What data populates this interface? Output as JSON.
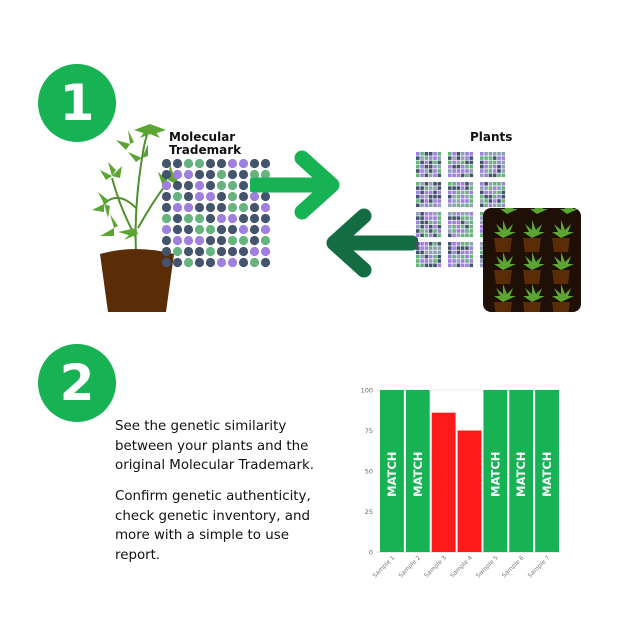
{
  "step1": {
    "number": "1",
    "trademark_label_line1": "Molecular",
    "trademark_label_line2": "Trademark",
    "plants_label": "Plants"
  },
  "step2": {
    "number": "2",
    "paragraph1": [
      "See the genetic similarity",
      "between your plants and the",
      "original Molecular Trademark."
    ],
    "paragraph2": [
      "Confirm genetic authenticity,",
      "check genetic inventory, and",
      "more with a simple to use",
      "report."
    ]
  },
  "colors": {
    "brand_green": "#16b254",
    "dark_green": "#146c43",
    "match_red": "#ff1a1a",
    "dot_dark": "#45546d",
    "dot_purple": "#9f7fe0",
    "dot_green": "#67b37e",
    "pot_brown": "#5b2d07"
  },
  "chart_data": {
    "type": "bar",
    "categories": [
      "Sample 1",
      "Sample 2",
      "Sample 3",
      "Sample 4",
      "Sample 5",
      "Sample 6",
      "Sample 7"
    ],
    "values": [
      100,
      100,
      86,
      75,
      100,
      100,
      100
    ],
    "bar_labels": [
      "MATCH",
      "MATCH",
      "",
      "",
      "MATCH",
      "MATCH",
      "MATCH"
    ],
    "bar_colors": [
      "#16b254",
      "#16b254",
      "#ff1a1a",
      "#ff1a1a",
      "#16b254",
      "#16b254",
      "#16b254"
    ],
    "yticks": [
      "0",
      "25",
      "50",
      "75",
      "100"
    ],
    "ylim": [
      0,
      100
    ],
    "title": "",
    "xlabel": "",
    "ylabel": ""
  }
}
